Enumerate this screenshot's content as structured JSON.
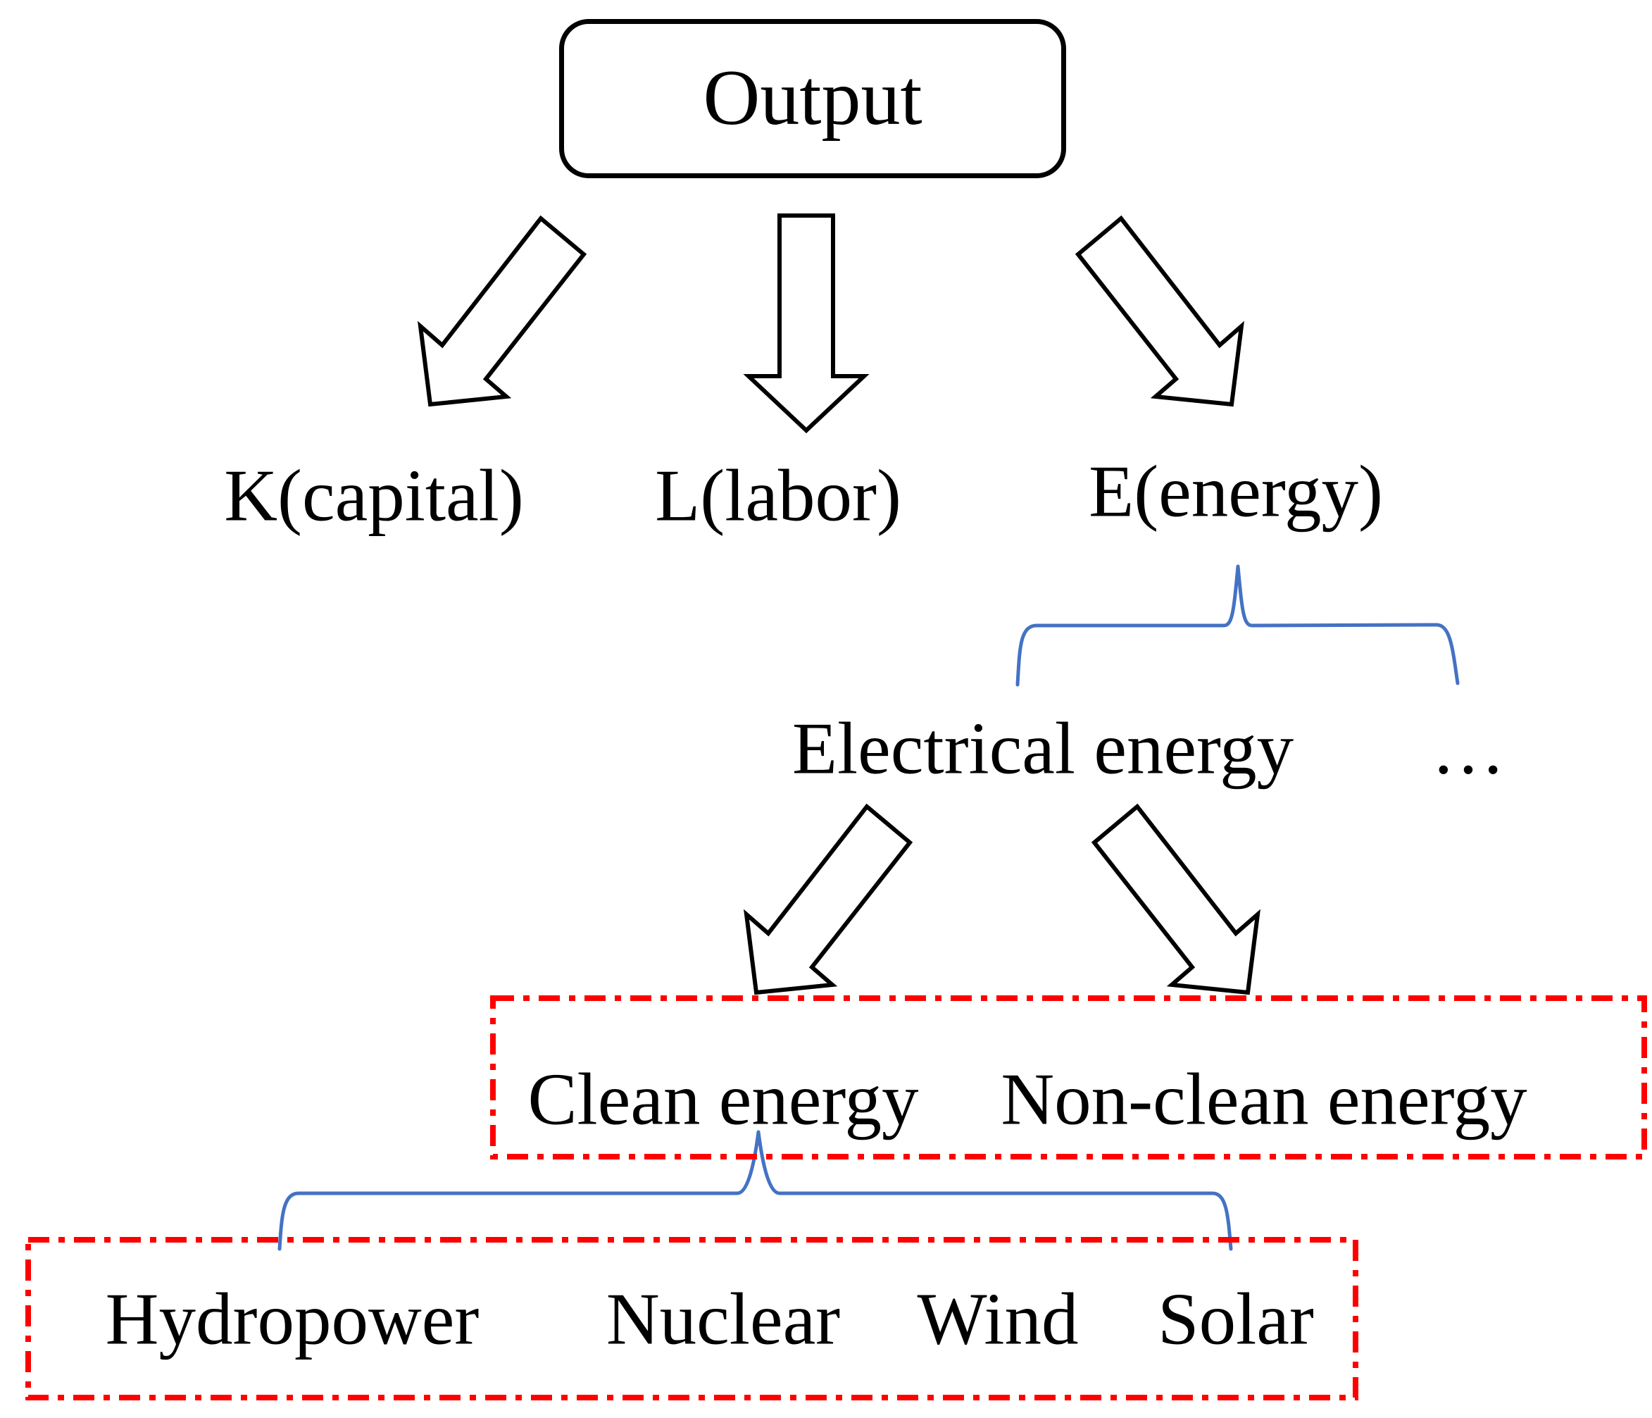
{
  "colors": {
    "shape_outline": "#000000",
    "text": "#000000",
    "brace": "#4472C4",
    "highlight_border": "#FF0000",
    "background": "#FFFFFF"
  },
  "nodes": {
    "output": {
      "label": "Output"
    },
    "factors": [
      {
        "label": "K(capital)"
      },
      {
        "label": "L(labor)"
      },
      {
        "label": "E(energy)"
      }
    ],
    "energy_types": {
      "electrical": {
        "label": "Electrical energy"
      },
      "other": {
        "label": "…"
      }
    },
    "electrical_types": [
      {
        "label": "Clean energy"
      },
      {
        "label": "Non-clean energy"
      }
    ],
    "clean_sources": [
      {
        "label": "Hydropower"
      },
      {
        "label": "Nuclear"
      },
      {
        "label": "Wind"
      },
      {
        "label": "Solar"
      }
    ]
  }
}
